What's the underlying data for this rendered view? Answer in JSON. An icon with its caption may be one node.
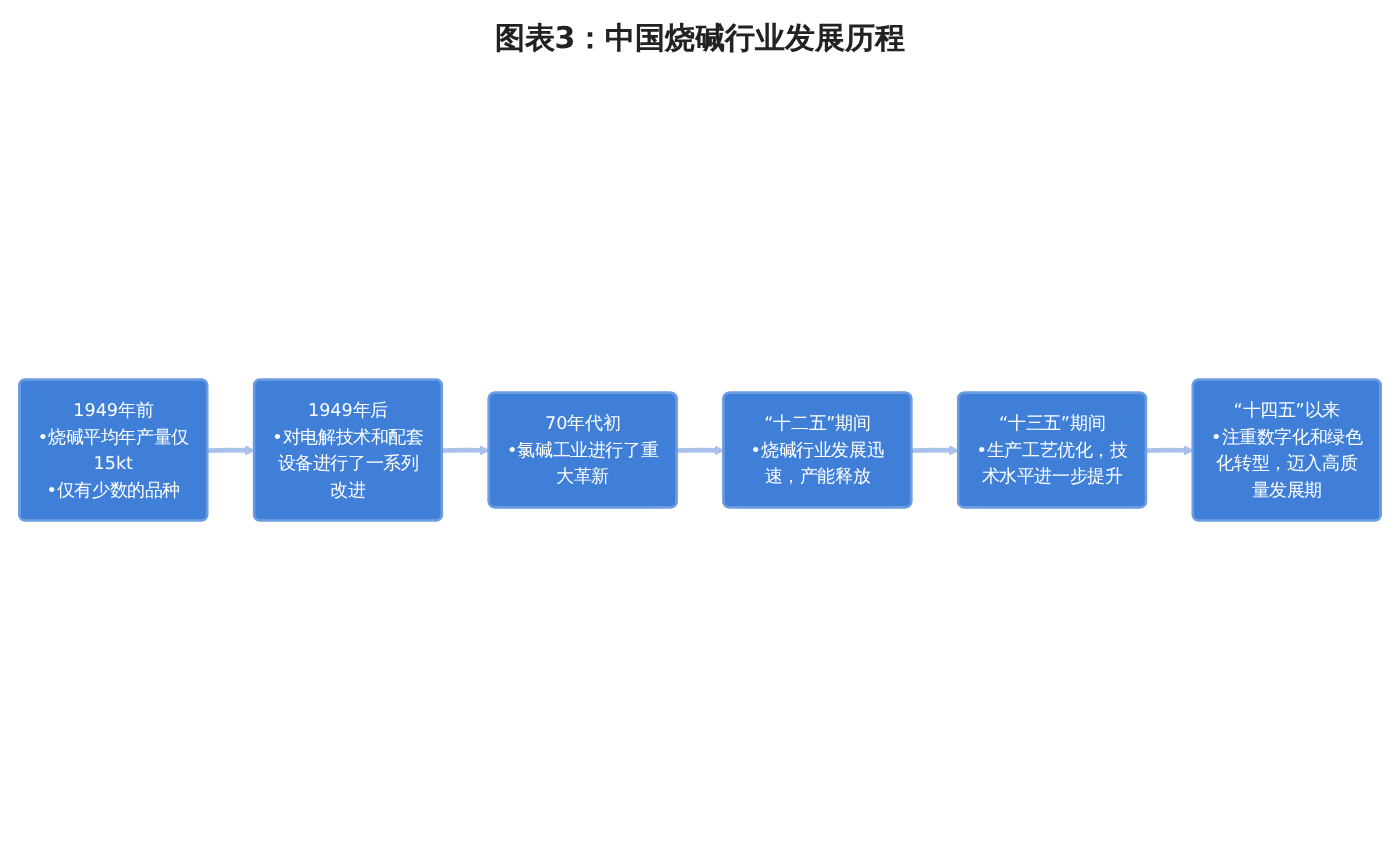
{
  "diagram": {
    "title": "图表3：中国烧碱行业发展历程",
    "nodes": [
      {
        "text": [
          "1949年前",
          "•烧碱平均年产量仅15kt",
          "•仅有少数的品种"
        ]
      },
      {
        "text": [
          "1949年后",
          "•对电解技术和配套设备进行了一系列改进"
        ]
      },
      {
        "text": [
          "70年代初",
          "•氯碱工业进行了重大革新"
        ]
      },
      {
        "text": [
          "“十二五”期间",
          "•烧碱行业发展迅速，产能释放"
        ]
      },
      {
        "text": [
          "“十三五”期间",
          "•生产工艺优化，技术水平进一步提升"
        ]
      },
      {
        "text": [
          "“十四五”以来",
          "•注重数字化和绿色化转型，迈入高质量发展期"
        ]
      }
    ],
    "edges": [
      {
        "from": 0,
        "to": 1,
        "arrow": "to"
      },
      {
        "from": 1,
        "to": 2,
        "arrow": "to"
      },
      {
        "from": 2,
        "to": 3,
        "arrow": "to"
      },
      {
        "from": 3,
        "to": 4,
        "arrow": "to"
      },
      {
        "from": 4,
        "to": 5,
        "arrow": "to"
      }
    ]
  }
}
